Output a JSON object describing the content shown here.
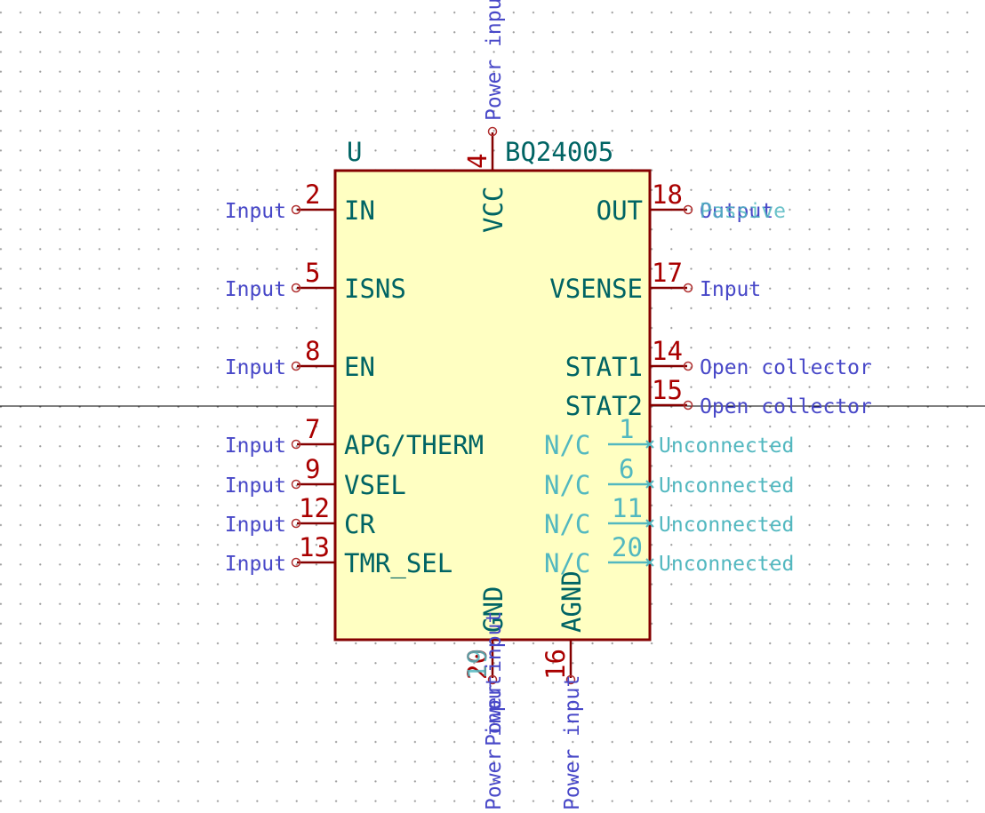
{
  "component": {
    "reference": "U",
    "value": "BQ24005"
  },
  "colors": {
    "body_fill": "#ffffc2",
    "body_stroke": "#840000",
    "pin_line": "#840000",
    "pin_number": "#a90000",
    "pin_name": "#006464",
    "electrical_type": "#4848c8",
    "nc_color": "#52b8c0",
    "crosshair": "#000000"
  },
  "pins": {
    "left": [
      {
        "number": "2",
        "name": "IN",
        "type": "Input"
      },
      {
        "number": "5",
        "name": "ISNS",
        "type": "Input"
      },
      {
        "number": "8",
        "name": "EN",
        "type": "Input"
      },
      {
        "number": "7",
        "name": "APG/THERM",
        "type": "Input"
      },
      {
        "number": "9",
        "name": "VSEL",
        "type": "Input"
      },
      {
        "number": "12",
        "name": "CR",
        "type": "Input"
      },
      {
        "number": "13",
        "name": "TMR_SEL",
        "type": "Input"
      }
    ],
    "right": [
      {
        "number": "18",
        "name": "OUT",
        "type": "Output",
        "overlap_type": "Passive"
      },
      {
        "number": "17",
        "name": "VSENSE",
        "type": "Input"
      },
      {
        "number": "14",
        "name": "STAT1",
        "type": "Open collector"
      },
      {
        "number": "15",
        "name": "STAT2",
        "type": "Open collector"
      }
    ],
    "right_nc": [
      {
        "number": "1",
        "name": "N/C",
        "type": "Unconnected"
      },
      {
        "number": "6",
        "name": "N/C",
        "type": "Unconnected"
      },
      {
        "number": "11",
        "name": "N/C",
        "type": "Unconnected"
      },
      {
        "number": "20",
        "name": "N/C",
        "type": "Unconnected"
      }
    ],
    "top": [
      {
        "number": "4",
        "name": "VCC",
        "type": "Power input"
      }
    ],
    "bottom": [
      {
        "number": "20",
        "overlap_number": "19",
        "name": "GND",
        "type": "Power input",
        "overlap_type": "Power input"
      },
      {
        "number": "16",
        "name": "AGND",
        "type": "Power input"
      }
    ]
  }
}
